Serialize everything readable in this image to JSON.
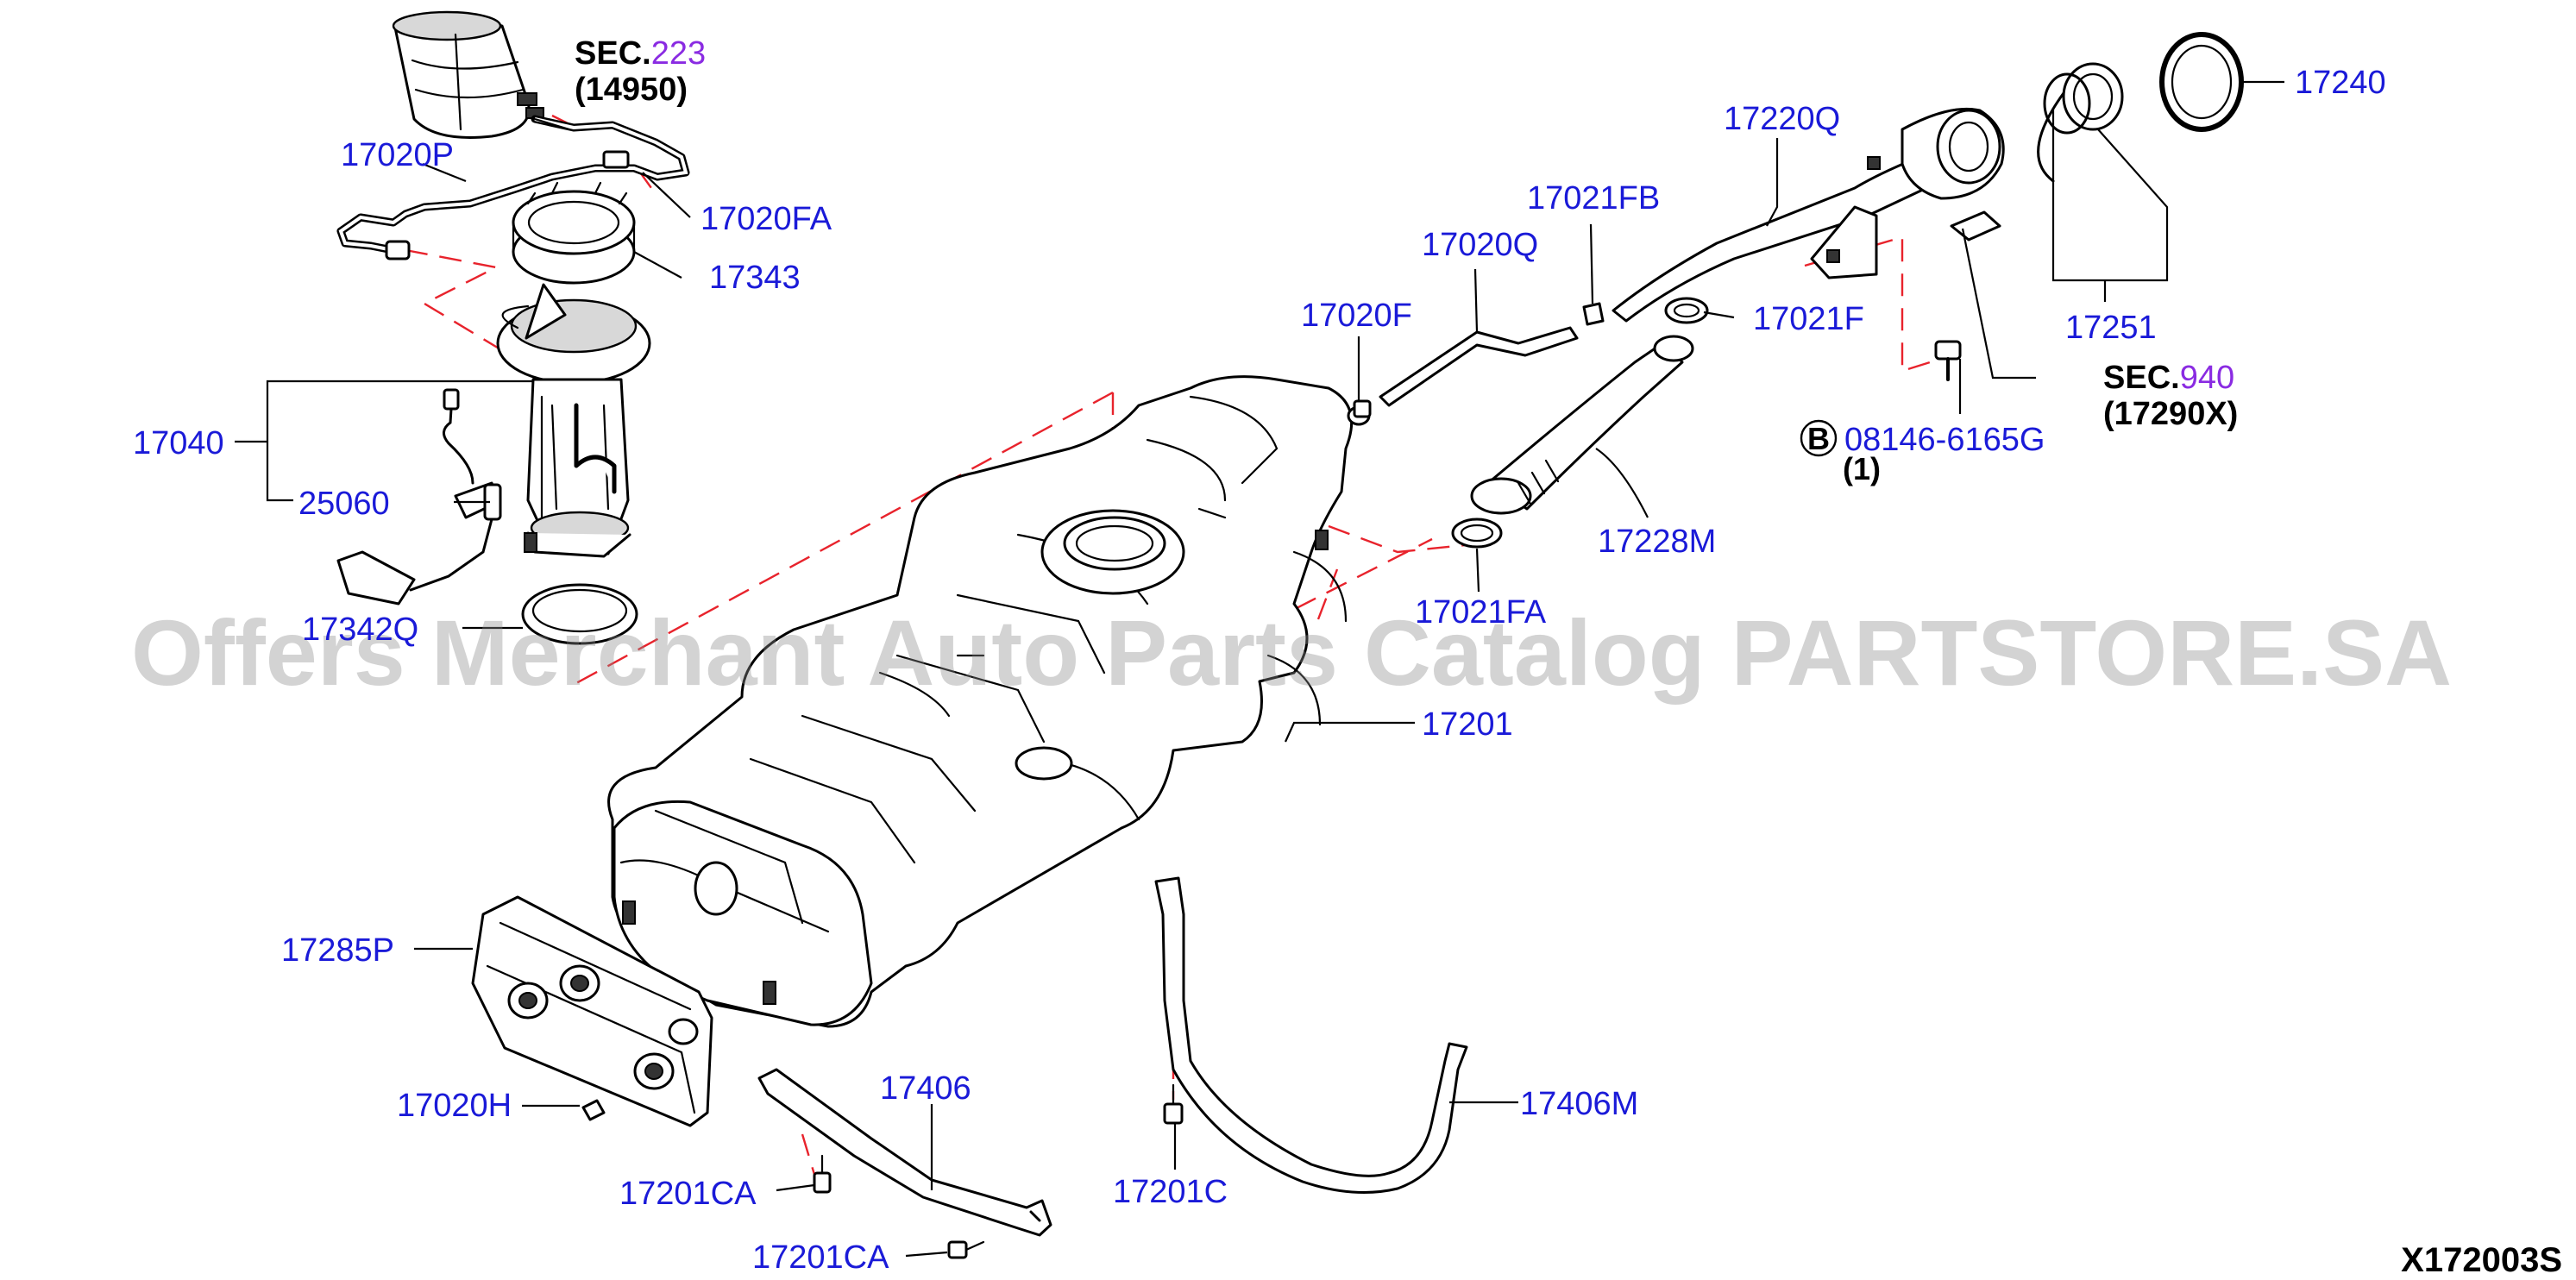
{
  "diagram_code": "X172003S",
  "watermark": "Offers Merchant Auto Parts Catalog PARTSTORE.SA",
  "colors": {
    "part_number_text": "#1a1ad8",
    "section_number_text": "#8a2be2",
    "phantom_line": "#e8232c",
    "watermark": "#8c8c8c"
  },
  "section_refs": {
    "canister": {
      "prefix": "SEC.",
      "number": "223",
      "part": "(14950)"
    },
    "filler_door": {
      "prefix": "SEC.",
      "number": "940",
      "part": "(17290X)"
    }
  },
  "bolt_ref": {
    "symbol": "B",
    "number": "08146-6165G",
    "quantity": "(1)"
  },
  "part_labels": {
    "p17020P": "17020P",
    "p17020FA_top": "17020FA",
    "p17343": "17343",
    "p17040": "17040",
    "p25060": "25060",
    "p17342Q": "17342Q",
    "p17020Q": "17020Q",
    "p17020F": "17020F",
    "p17021FB": "17021FB",
    "p17021F": "17021F",
    "p17220Q": "17220Q",
    "p17228M": "17228M",
    "p17021FA": "17021FA",
    "p17201": "17201",
    "p17240": "17240",
    "p17251": "17251",
    "p17285P": "17285P",
    "p17020H": "17020H",
    "p17406": "17406",
    "p17406M": "17406M",
    "p17201CA_1": "17201CA",
    "p17201CA_2": "17201CA",
    "p17201C": "17201C"
  },
  "icons": {
    "canister": "evap-canister-icon",
    "fuel_pump": "fuel-pump-module-icon",
    "tank": "fuel-tank-icon",
    "filler_tube": "filler-tube-icon",
    "fuel_cap": "fuel-cap-icon",
    "heat_shield": "heat-shield-icon",
    "strap": "tank-strap-icon",
    "bolt": "bolt-icon"
  }
}
